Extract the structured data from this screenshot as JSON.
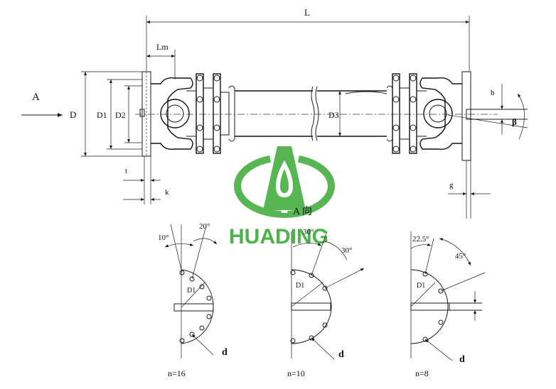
{
  "dimensions": {
    "overall_length": "L",
    "flange_length": "Lm",
    "flange_diameter": "D",
    "bolt_circle": "D1",
    "spigot": "D2",
    "tube_diameter": "D3",
    "spigot_depth": "t",
    "flange_thickness": "k",
    "offset": "b",
    "angle": "β",
    "key_width": "g"
  },
  "view": {
    "arrow_label": "A",
    "view_label": "A 向"
  },
  "patterns": [
    {
      "n_label": "n=16",
      "angle1": "10°",
      "angle2": "20°",
      "circle": "D1",
      "hole": "d"
    },
    {
      "n_label": "n=10",
      "angle1": "30°",
      "angle2": "30°",
      "circle": "D1",
      "hole": "d"
    },
    {
      "n_label": "n=8",
      "angle1": "22.5°",
      "angle2": "45°",
      "circle": "D1",
      "hole": "d"
    }
  ],
  "watermark": {
    "brand": "HUADING",
    "color": "#3aaa35"
  }
}
